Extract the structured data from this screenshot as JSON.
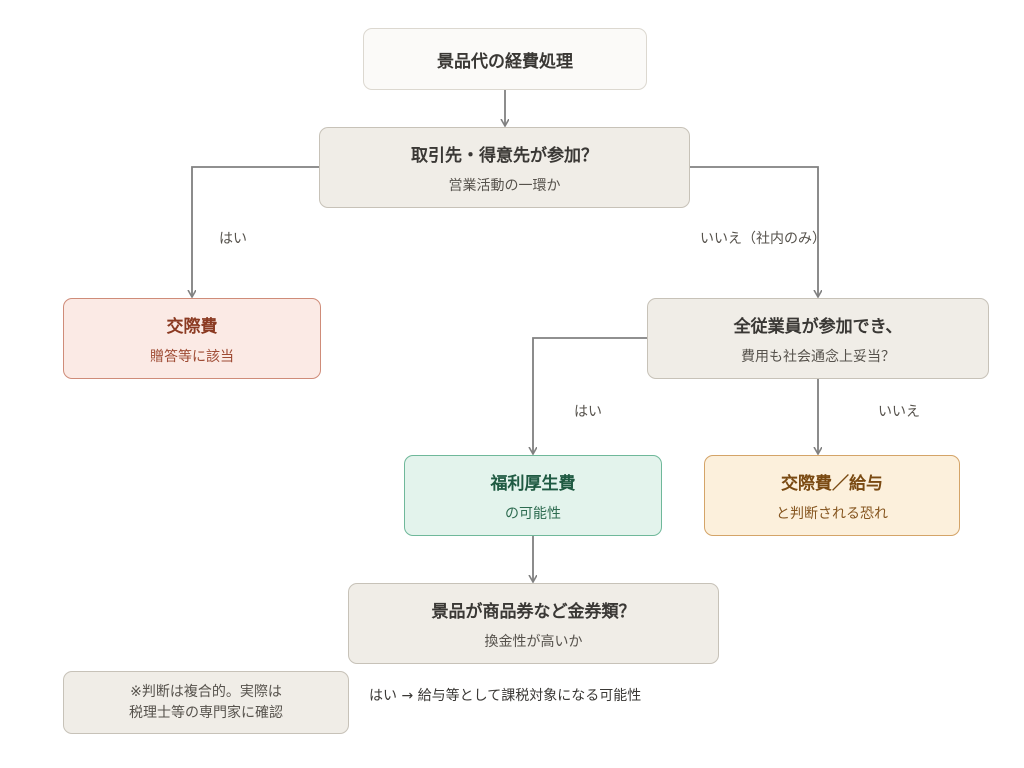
{
  "title": "景品代の経費処理",
  "question1": {
    "main": "取引先・得意先が参加？",
    "sub": "営業活動の一環か"
  },
  "edge_labels": {
    "q1_yes": "はい",
    "q1_no": "いいえ（社内のみ）",
    "q2_yes": "はい",
    "q2_no": "いいえ"
  },
  "entertainment": {
    "main": "交際費",
    "sub": "贈答等に該当"
  },
  "question2": {
    "main": "全従業員が参加でき、",
    "sub": "費用も社会通念上妥当？"
  },
  "welfare": {
    "main": "福利厚生費",
    "sub": "の可能性"
  },
  "salary": {
    "main": "交際費／給与",
    "sub": "と判断される恐れ"
  },
  "question3": {
    "main": "景品が商品券など金券類？",
    "sub": "換金性が高いか"
  },
  "result_note": "はい → 給与等として課税対象になる可能性",
  "disclaimer": {
    "line1": "※判断は複合的。実際は",
    "line2": "税理士等の専門家に確認"
  },
  "colors": {
    "connector": "#808080",
    "entertainment": "#8b3a22",
    "welfare": "#1f5a42",
    "salary": "#7a4a12"
  }
}
